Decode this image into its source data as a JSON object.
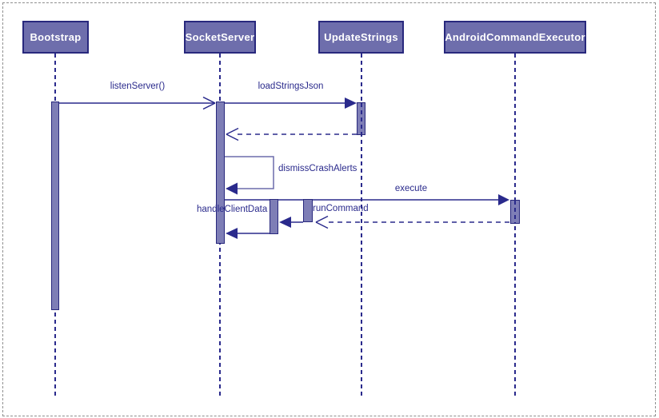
{
  "diagram": {
    "type": "uml-sequence",
    "actors": [
      {
        "name": "Bootstrap"
      },
      {
        "name": "SocketServer"
      },
      {
        "name": "UpdateStrings"
      },
      {
        "name": "AndroidCommandExecutor"
      }
    ],
    "messages": [
      {
        "label": "listenServer()",
        "from": "Bootstrap",
        "to": "SocketServer",
        "line": "solid",
        "head": "open"
      },
      {
        "label": "loadStringsJson",
        "from": "SocketServer",
        "to": "UpdateStrings",
        "line": "solid",
        "head": "filled"
      },
      {
        "label": "",
        "from": "UpdateStrings",
        "to": "SocketServer",
        "line": "dashed",
        "head": "open"
      },
      {
        "label": "dismissCrashAlerts",
        "from": "SocketServer",
        "to": "SocketServer",
        "line": "self",
        "head": "filled"
      },
      {
        "label": "execute",
        "from": "SocketServer",
        "to": "AndroidCommandExecutor",
        "line": "solid",
        "head": "filled"
      },
      {
        "label": "runCommand",
        "from": "SocketServer",
        "to": "SocketServer",
        "line": "solid",
        "head": "filled"
      },
      {
        "label": "",
        "from": "AndroidCommandExecutor",
        "to": "SocketServer",
        "line": "dashed",
        "head": "open"
      },
      {
        "label": "handleClientData",
        "from": "SocketServer",
        "to": "SocketServer",
        "line": "solid",
        "head": "filled"
      }
    ],
    "colors": {
      "actor_fill": "#6e6eac",
      "actor_border": "#28287d",
      "actor_text": "#ffffff",
      "activation_fill": "#7e7eb6",
      "line": "#2a2a8c",
      "self_loop_line": "#6c6cab",
      "page_border": "#8f8f8f",
      "background": "#ffffff"
    }
  }
}
